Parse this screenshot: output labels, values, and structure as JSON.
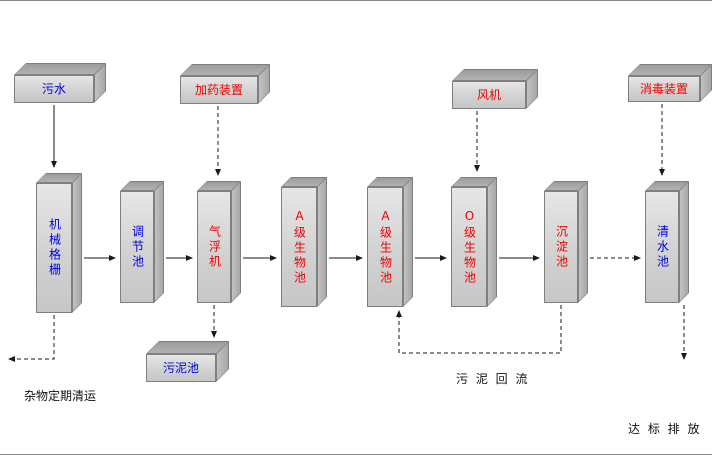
{
  "colors": {
    "node_blue": "#0000dd",
    "node_red": "#ee0000",
    "box_fill": "#d6d6d6",
    "box_top": "#a4a4a4",
    "line": "#1a1a1a"
  },
  "top_boxes": [
    {
      "label": "污水",
      "color": "#0000dd"
    },
    {
      "label": "加药装置",
      "color": "#ee0000"
    },
    {
      "label": "风机",
      "color": "#ee0000"
    },
    {
      "label": "消毒装置",
      "color": "#ee0000"
    }
  ],
  "units": [
    {
      "label": "机械格栅",
      "color": "#0000dd"
    },
    {
      "label": "调节池",
      "color": "#0000dd"
    },
    {
      "label": "气浮机",
      "color": "#ee0000"
    },
    {
      "label": "A级生物池",
      "color": "#ee0000"
    },
    {
      "label": "A级生物池",
      "color": "#ee0000"
    },
    {
      "label": "O级生物池",
      "color": "#ee0000"
    },
    {
      "label": "沉淀池",
      "color": "#ee0000"
    },
    {
      "label": "清水池",
      "color": "#0000dd"
    }
  ],
  "sludge_tank": {
    "label": "污泥池",
    "color": "#0000dd"
  },
  "annotations": {
    "debris_removal": "杂物定期清运",
    "sludge_return": "污 泥 回 流",
    "discharge": "达 标 排 放"
  }
}
